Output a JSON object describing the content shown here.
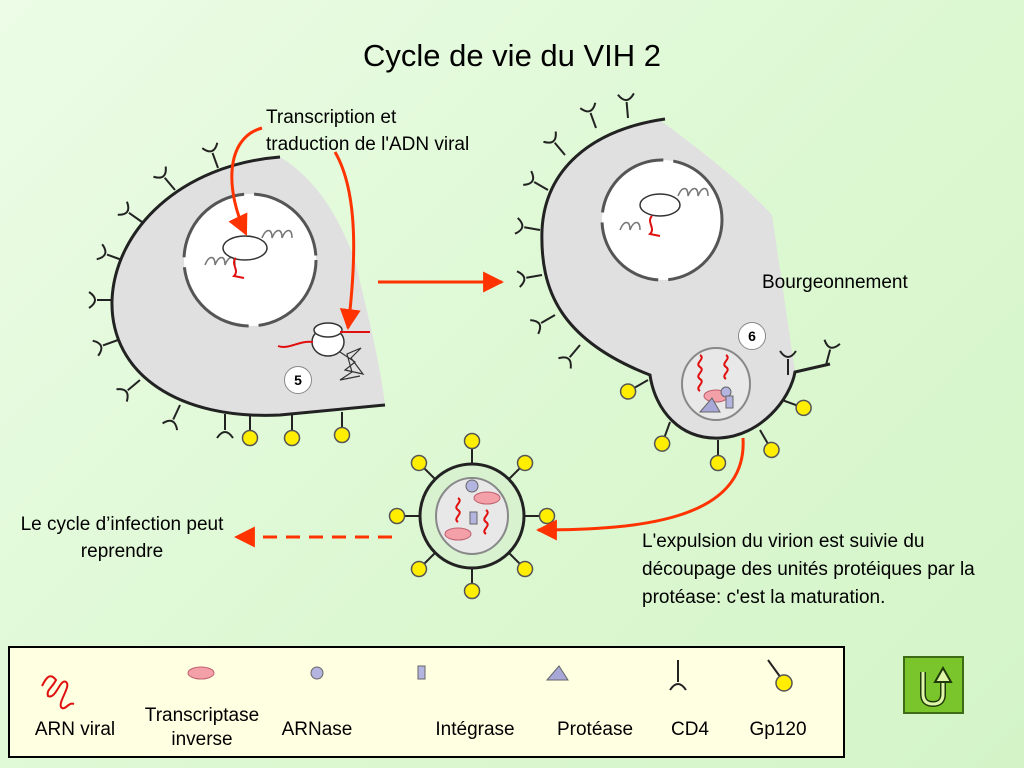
{
  "title": "Cycle de vie du VIH 2",
  "labels": {
    "transcription": "Transcription et traduction de l'ADN viral",
    "bourgeonnement": "Bourgeonnement",
    "reprendre": "Le cycle d’infection peut reprendre",
    "expulsion": "L'expulsion du virion est suivie du découpage des unités protéiques par la protéase: c'est la maturation."
  },
  "steps": {
    "five": "5",
    "six": "6"
  },
  "legend": {
    "items": [
      {
        "name": "ARN viral"
      },
      {
        "name": "Transcriptase inverse"
      },
      {
        "name": "ARNase"
      },
      {
        "name": "Intégrase"
      },
      {
        "name": "Protéase"
      },
      {
        "name": "CD4"
      },
      {
        "name": "Gp120"
      }
    ]
  },
  "colors": {
    "background": "#dcf8d2",
    "cell": "#e0e0e0",
    "arrow": "#ff3300",
    "rna": "#e01010",
    "gp120": "#ffee00",
    "reverse_transcriptase": "#f4a0a8",
    "arnase": "#b4b4e0",
    "protease": "#a8a8d8",
    "legend_bg": "#ffffe2",
    "back_button": "#7bc52c"
  },
  "icons": {
    "back": "u-turn-arrow-icon"
  }
}
